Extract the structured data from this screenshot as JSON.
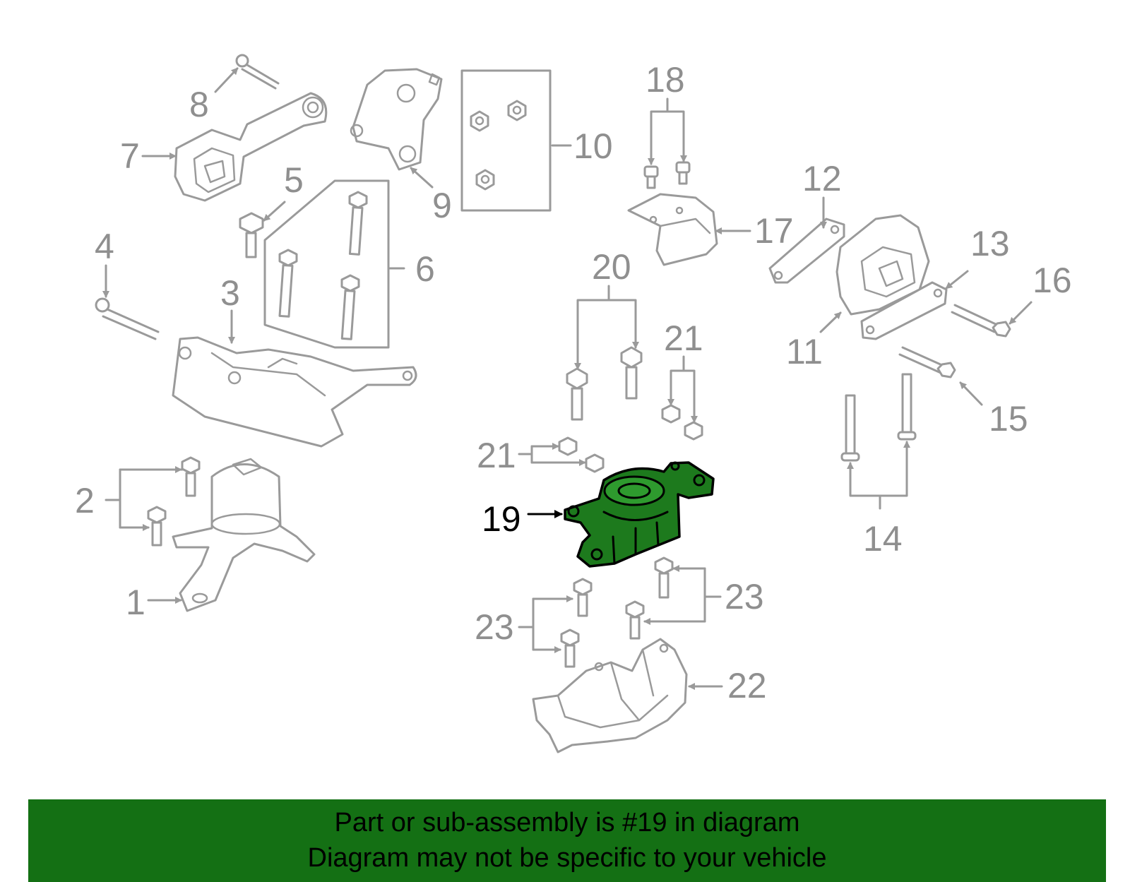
{
  "diagram": {
    "highlighted_part": "19",
    "highlight_color": "#1d7a1d",
    "line_color": "#9a9a9a",
    "callouts": {
      "c1": "1",
      "c2": "2",
      "c3": "3",
      "c4": "4",
      "c5": "5",
      "c6": "6",
      "c7": "7",
      "c8": "8",
      "c9": "9",
      "c10": "10",
      "c11": "11",
      "c12": "12",
      "c13": "13",
      "c14": "14",
      "c15": "15",
      "c16": "16",
      "c17": "17",
      "c18": "18",
      "c19": "19",
      "c20": "20",
      "c21a": "21",
      "c21b": "21",
      "c22": "22",
      "c23a": "23",
      "c23b": "23"
    }
  },
  "banner": {
    "line1": "Part or sub-assembly is #19 in diagram",
    "line2": "Diagram may not be specific to your vehicle",
    "background": "#147014"
  }
}
